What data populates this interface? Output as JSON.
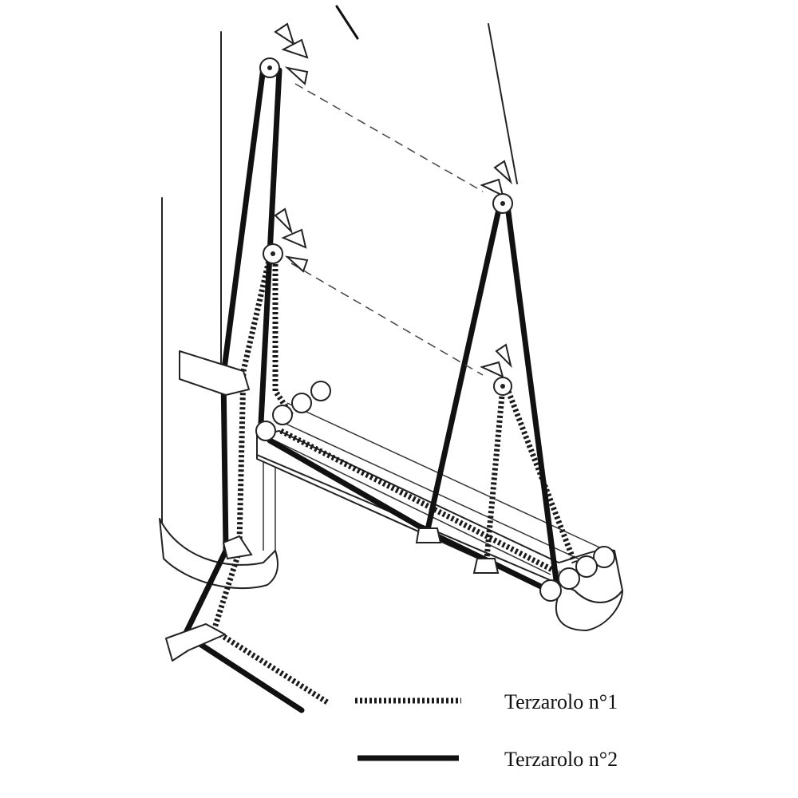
{
  "legend": {
    "items": [
      {
        "label": "Terzarolo n°1",
        "style": "dotted",
        "color": "#1a1a1a"
      },
      {
        "label": "Terzarolo n°2",
        "style": "solid",
        "color": "#111111"
      }
    ]
  }
}
